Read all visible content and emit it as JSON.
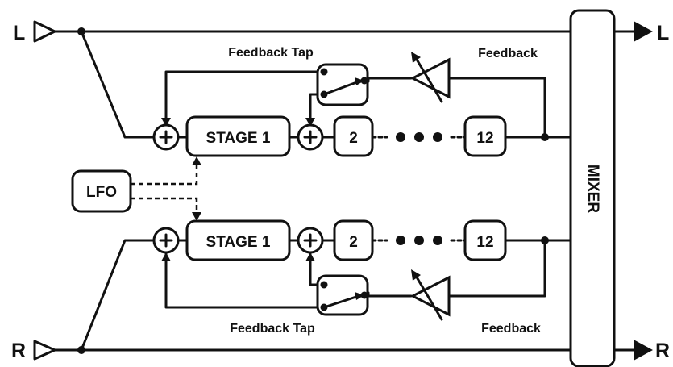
{
  "inputs": {
    "left": "L",
    "right": "R"
  },
  "outputs": {
    "left": "L",
    "right": "R"
  },
  "lfo": "LFO",
  "mixer": "MIXER",
  "channels": {
    "top": {
      "stage_first": "STAGE 1",
      "stage_second": "2",
      "stage_last": "12",
      "feedback_tap": "Feedback Tap",
      "feedback": "Feedback"
    },
    "bottom": {
      "stage_first": "STAGE 1",
      "stage_second": "2",
      "stage_last": "12",
      "feedback_tap": "Feedback Tap",
      "feedback": "Feedback"
    }
  },
  "icons": [
    "input-triangle-icon",
    "output-arrow-icon",
    "summing-junction-icon",
    "switch-icon",
    "variable-amplifier-icon"
  ]
}
